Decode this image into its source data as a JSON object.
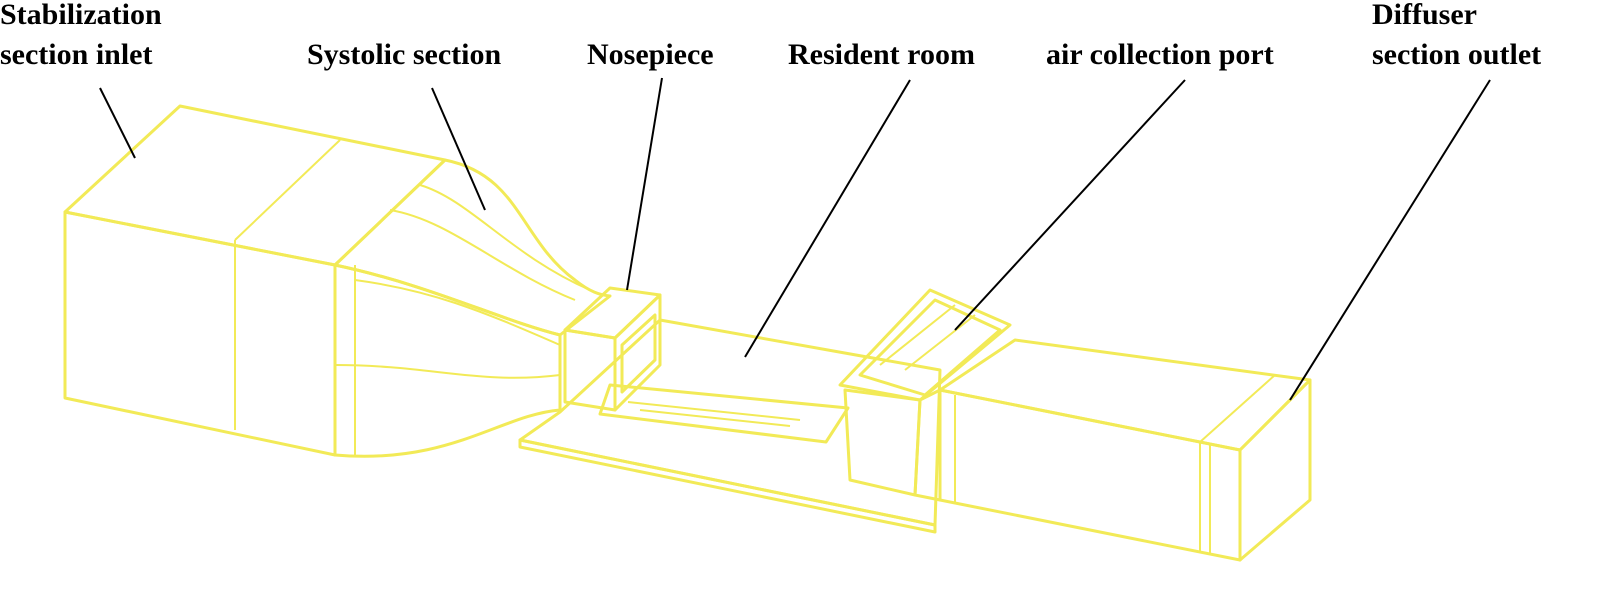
{
  "labels": {
    "stabilization_line1": "Stabilization",
    "stabilization_line2": "section inlet",
    "systolic": "Systolic section",
    "nosepiece": "Nosepiece",
    "resident_room": "Resident room",
    "air_collection_port": "air collection port",
    "diffuser_line1": "Diffuser",
    "diffuser_line2": "section outlet"
  },
  "colors": {
    "outline": "#f2ea57",
    "stabilization_front": "#b97a3f",
    "stabilization_top": "#6a4a2a",
    "systolic_side": "#cf6b60",
    "systolic_top": "#7a3d35",
    "nozzle_side": "#7a3d2c",
    "floor_plate": "#7e6462",
    "test_bed": "#8e4d9e",
    "collector": "#ece67a",
    "diffuser_side": "#c2505c",
    "diffuser_top": "#6b2432",
    "outlet_face": "#8a8f74"
  }
}
